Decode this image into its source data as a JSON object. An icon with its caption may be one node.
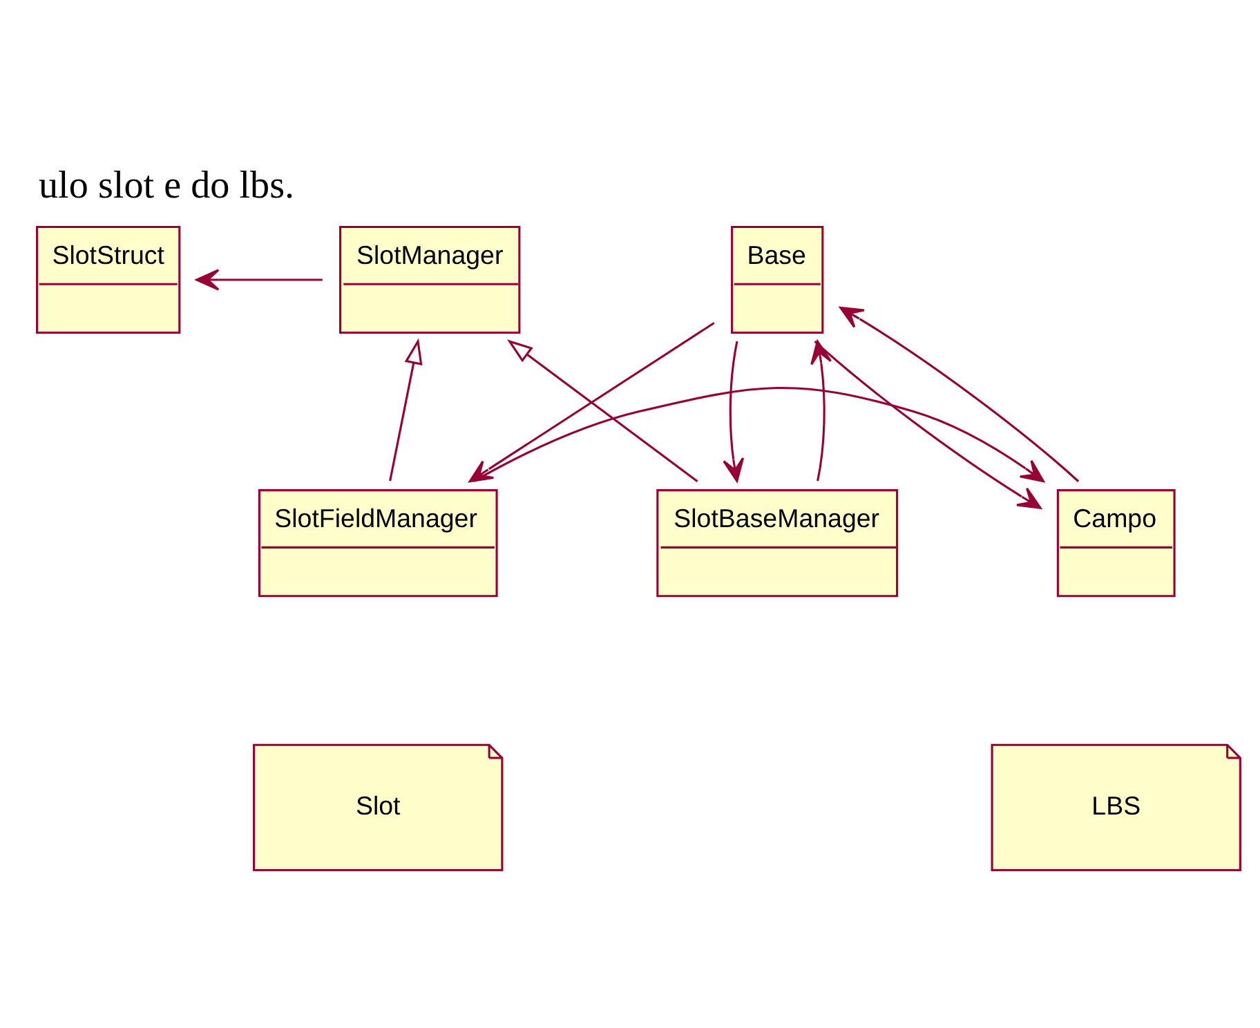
{
  "diagram": {
    "title": "ulo slot e do lbs.",
    "nodes": [
      {
        "text": [
          "SlotStruct"
        ]
      },
      {
        "text": [
          "SlotManager"
        ]
      },
      {
        "text": [
          "Base"
        ]
      },
      {
        "text": [
          "SlotFieldManager"
        ]
      },
      {
        "text": [
          "SlotBaseManager"
        ]
      },
      {
        "text": [
          "Campo"
        ]
      },
      {
        "text": [
          "Slot"
        ]
      },
      {
        "text": [
          "LBS"
        ]
      }
    ],
    "edges": [
      {
        "from": 1,
        "to": 0,
        "arrow": "to"
      },
      {
        "from": 3,
        "to": 1,
        "arrow": "to"
      },
      {
        "from": 4,
        "to": 1,
        "arrow": "to"
      },
      {
        "from": 2,
        "to": 3,
        "arrow": "to"
      },
      {
        "from": 2,
        "to": 4,
        "arrow": "to"
      },
      {
        "from": 4,
        "to": 2,
        "arrow": "to"
      },
      {
        "from": 2,
        "to": 5,
        "arrow": "to"
      },
      {
        "from": 5,
        "to": 2,
        "arrow": "to"
      },
      {
        "from": 3,
        "to": 5,
        "arrow": "to"
      }
    ]
  }
}
